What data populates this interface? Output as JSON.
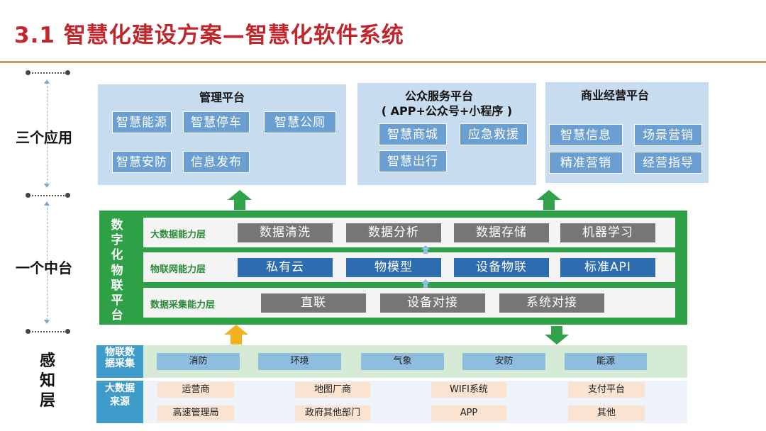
{
  "title": "3.1 智慧化建设方案—智慧化软件系统",
  "layers": {
    "apps": "三个应用",
    "middle": "一个中台",
    "perception": "感知层"
  },
  "app_panels": [
    {
      "title": "管理平台",
      "items": [
        "智慧能源",
        "智慧停车",
        "智慧公厕",
        "智慧安防",
        "信息发布"
      ]
    },
    {
      "title": "公众服务平台",
      "subtitle": "( APP+公众号+小程序 )",
      "items": [
        "智慧商城",
        "应急救援",
        "智慧出行"
      ]
    },
    {
      "title": "商业经营平台",
      "items": [
        "智慧信息",
        "场景营销",
        "精准营销",
        "经营指导"
      ]
    }
  ],
  "platform": {
    "label": "数字化物联平台",
    "rows": [
      {
        "name": "大数据能力层",
        "items": [
          "数据清洗",
          "数据分析",
          "数据存储",
          "机器学习"
        ]
      },
      {
        "name": "物联网能力层",
        "items": [
          "私有云",
          "物模型",
          "设备物联",
          "标准API"
        ]
      },
      {
        "name": "数据采集能力层",
        "items": [
          "直联",
          "设备对接",
          "系统对接"
        ]
      }
    ]
  },
  "perception": {
    "iot_label": "物联数据采集",
    "iot_items": [
      "消防",
      "环境",
      "气象",
      "安防",
      "能源"
    ],
    "bigdata_label": "大数据来源",
    "sources": [
      "运营商",
      "地图厂商",
      "WIFI系统",
      "支付平台",
      "高速管理局",
      "政府其他部门",
      "APP",
      "其他"
    ]
  },
  "colors": {
    "title": "#c0272d",
    "platform_green": "#2ea046",
    "app_panel": "#c8dcef",
    "app_button": "#6b9fd1",
    "cap_blue": "#2e6cb0",
    "cap_gray": "#767676",
    "up_arrow_gold": "#f2b21c"
  }
}
